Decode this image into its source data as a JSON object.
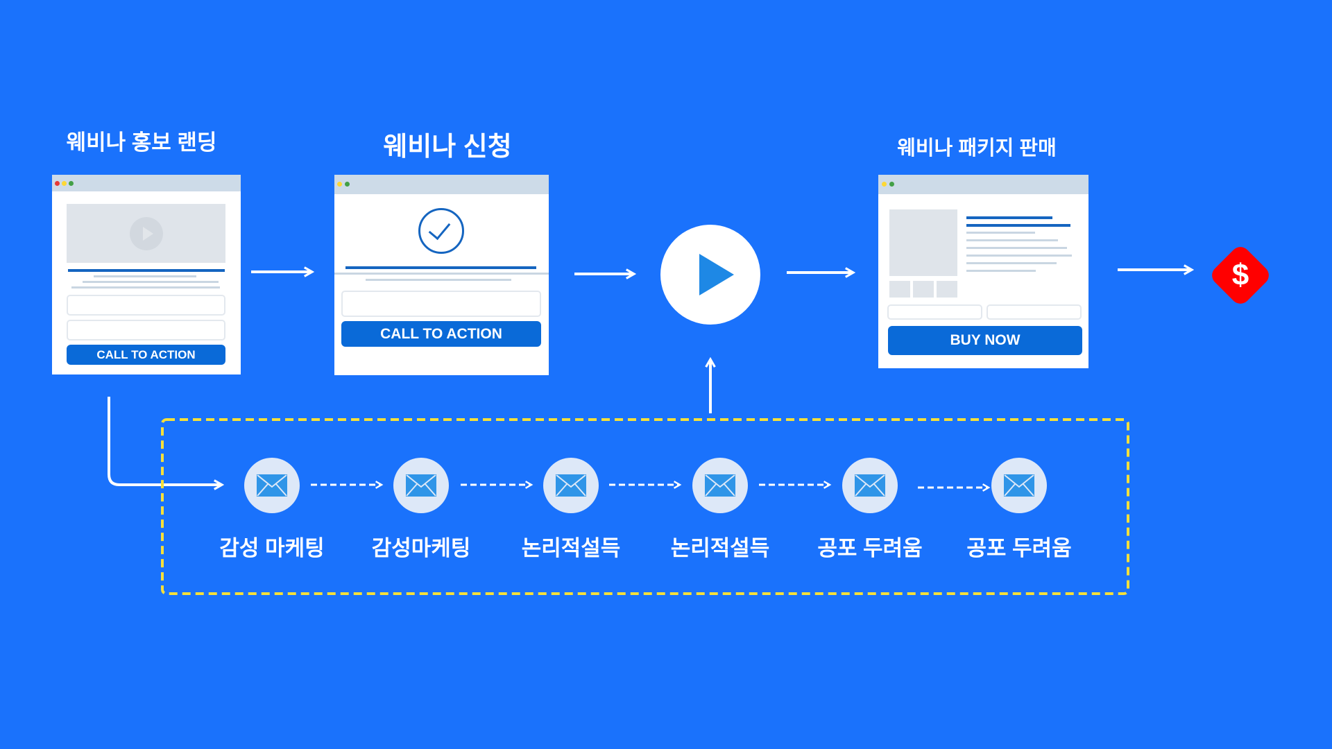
{
  "steps": {
    "landing": {
      "title": "웨비나 홍보 랜딩",
      "button": "CALL TO ACTION"
    },
    "signup": {
      "title": "웨비나 신청",
      "button": "CALL TO ACTION"
    },
    "sales": {
      "title": "웨비나 패키지 판매",
      "button": "BUY NOW"
    },
    "revenue": {
      "symbol": "$"
    }
  },
  "emails": [
    {
      "label": "감성 마케팅"
    },
    {
      "label": "감성마케팅"
    },
    {
      "label": "논리적설득"
    },
    {
      "label": "논리적설득"
    },
    {
      "label": "공포 두려움"
    },
    {
      "label": "공포 두려움"
    }
  ],
  "colors": {
    "background": "#1a72fc",
    "button": "#0a6ad8",
    "dashed_box": "#f5e03a",
    "revenue": "#ff0000",
    "play": "#1e88e5"
  }
}
